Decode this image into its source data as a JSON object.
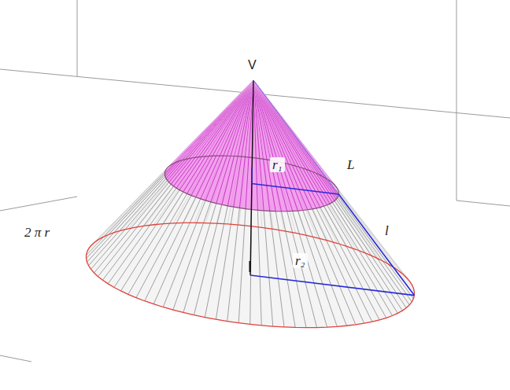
{
  "diagram": {
    "labels": [
      "V",
      "r₁",
      "L",
      "l",
      "r₂",
      "2 π r"
    ]
  }
}
